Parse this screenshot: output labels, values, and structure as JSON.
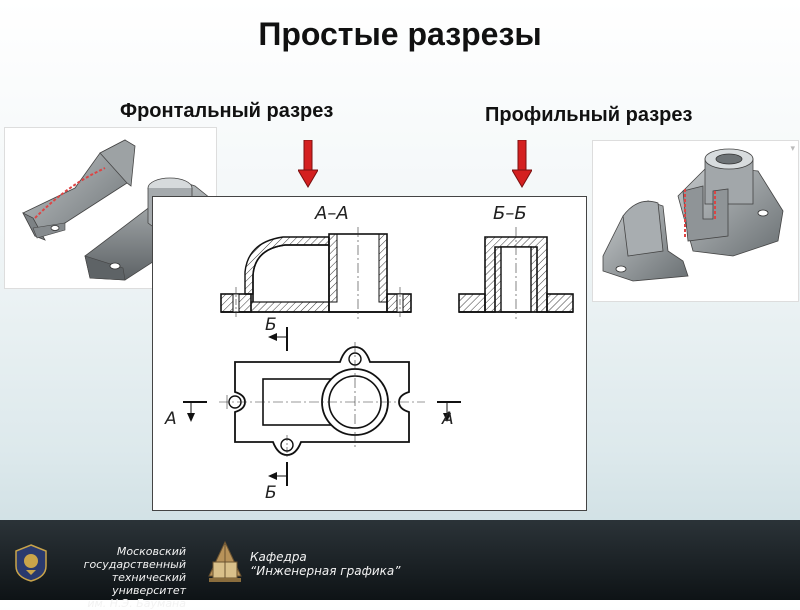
{
  "slide": {
    "title": "Простые разрезы",
    "front_label": "Фронтальный разрез",
    "profile_label": "Профильный разрез"
  },
  "drawing": {
    "section_aa": "А–А",
    "section_bb": "Б–Б",
    "cut_a": "А",
    "cut_b": "Б"
  },
  "footer": {
    "university_line1": "Московский государственный",
    "university_line2": "технический университет",
    "university_line3": "им. Н.Э. Баумана",
    "dept_line1": "Кафедра",
    "dept_line2": "“Инженерная графика”"
  },
  "colors": {
    "arrow": "#d42020",
    "part": "#8e9396",
    "footer": "#151b1e"
  }
}
